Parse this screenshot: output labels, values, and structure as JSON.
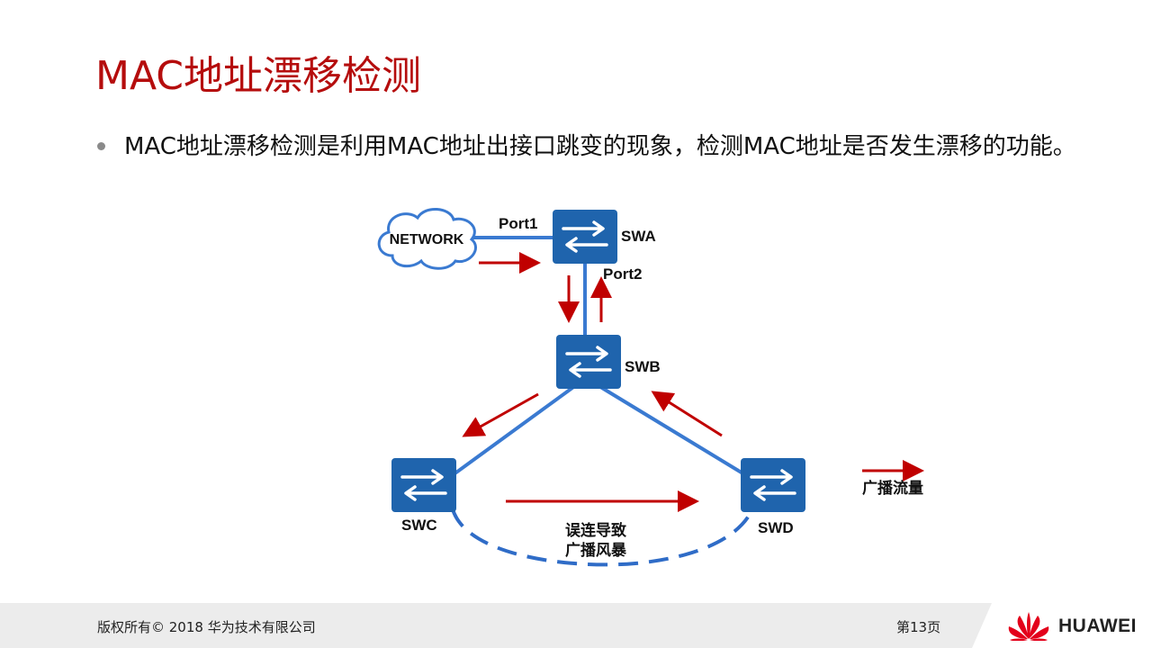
{
  "title": "MAC地址漂移检测",
  "bullet": "MAC地址漂移检测是利用MAC地址出接口跳变的现象，检测MAC地址是否发生漂移的功能。",
  "diagram": {
    "cloud_label": "NETWORK",
    "port1": "Port1",
    "port2": "Port2",
    "swa": "SWA",
    "swb": "SWB",
    "swc": "SWC",
    "swd": "SWD",
    "loop_label_1": "误连导致",
    "loop_label_2": "广播风暴",
    "legend_label": "广播流量",
    "colors": {
      "switch": "#1f64ad",
      "link": "#3a7ad1",
      "arrow": "#c00000"
    }
  },
  "footer": {
    "copyright": "版权所有© 2018 华为技术有限公司",
    "page": "第13页",
    "brand": "HUAWEI"
  }
}
